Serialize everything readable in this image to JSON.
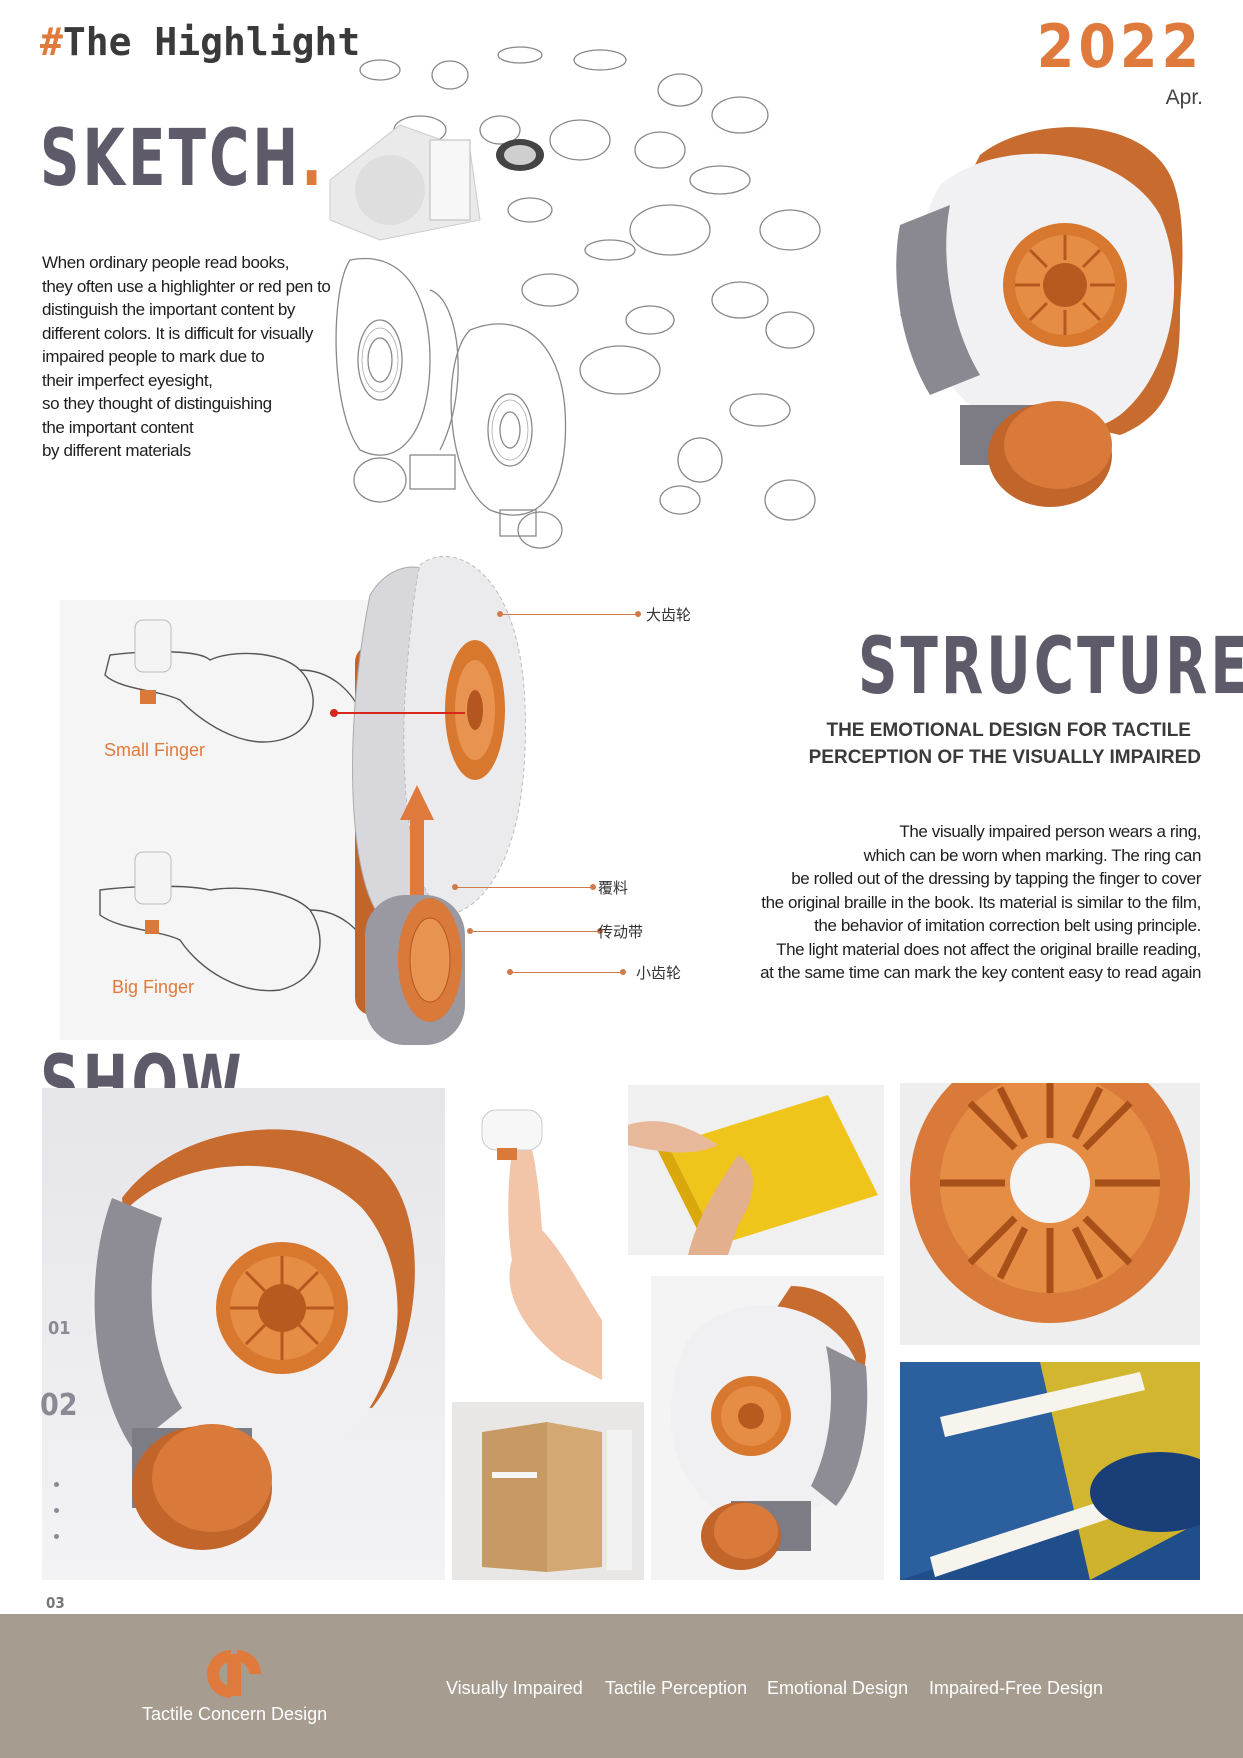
{
  "header": {
    "hash": "#",
    "title": "The  Highlight",
    "year": "2022",
    "month": "Apr."
  },
  "sketch": {
    "heading": "SKETCH",
    "dot": ".",
    "paragraph": [
      "When ordinary people read books,",
      "they often use a highlighter or red pen to",
      "distinguish the important content by",
      "different colors. It is difficult for visually",
      "impaired people to mark  due to",
      "their imperfect eyesight,",
      "so they thought of distinguishing",
      "the important content",
      "by different materials"
    ]
  },
  "structure": {
    "heading": "STRUCTURE",
    "dot": ".",
    "subtitle_line1": "THE EMOTIONAL DESIGN FOR TACTILE",
    "subtitle_line2": "PERCEPTION OF THE VISUALLY IMPAIRED",
    "paragraph": [
      "The visually impaired person wears a ring,",
      "which can be worn when marking. The ring can",
      "be rolled out of the dressing by tapping the finger to cover",
      "the original braille in the book. Its material is similar to the film,",
      "the behavior of imitation correction belt using principle.",
      "The light material does not affect the original braille reading,",
      "at the same time can mark the key content easy to read again"
    ],
    "callouts": {
      "big_gear": "大齿轮",
      "coating": "覆料",
      "belt": "传动带",
      "small_gear": "小齿轮"
    },
    "finger_small": "Small Finger",
    "finger_big": "Big Finger"
  },
  "show": {
    "heading": "SHOW",
    "dot": ".",
    "num01": "01",
    "num02": "02",
    "num03": "03"
  },
  "footer": {
    "brand": "Tactile Concern Design",
    "tags": [
      "Visually Impaired",
      "Tactile Perception",
      "Emotional Design",
      "Impaired-Free Design"
    ]
  },
  "colors": {
    "accent": "#e07a3c",
    "heading": "#5f5a6a",
    "footer_bg": "#a69c8f"
  }
}
